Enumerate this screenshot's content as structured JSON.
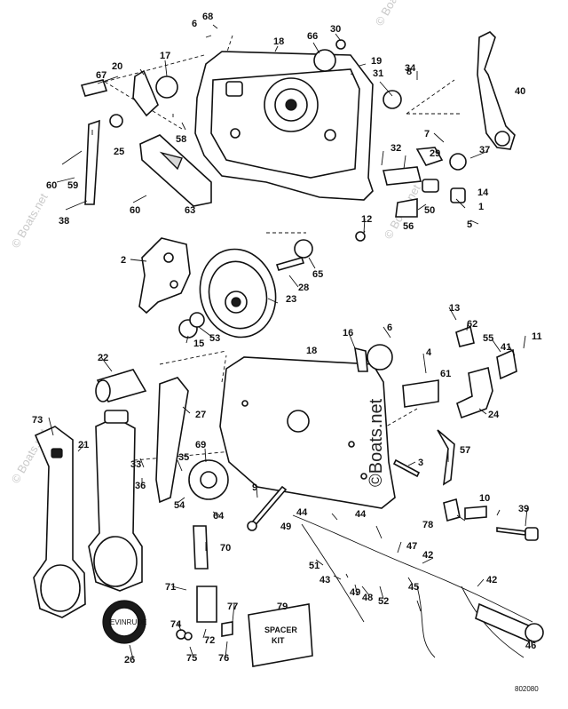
{
  "diagram": {
    "drawing_code": "802080",
    "watermark_main": "©Boats.net",
    "watermark_faint": "© Boats.net",
    "spacer_kit": {
      "line1": "SPACER",
      "line2": "KIT"
    },
    "decal_text": "EVINRUDE",
    "callouts": [
      "1",
      "2",
      "3",
      "4",
      "5",
      "6",
      "6",
      "7",
      "8",
      "9",
      "10",
      "11",
      "12",
      "13",
      "14",
      "15",
      "16",
      "17",
      "18",
      "18",
      "19",
      "20",
      "21",
      "22",
      "23",
      "24",
      "25",
      "26",
      "27",
      "28",
      "29",
      "30",
      "31",
      "32",
      "33",
      "34",
      "35",
      "36",
      "37",
      "38",
      "39",
      "40",
      "41",
      "42",
      "42",
      "43",
      "44",
      "44",
      "45",
      "46",
      "47",
      "48",
      "49",
      "49",
      "50",
      "51",
      "52",
      "53",
      "54",
      "55",
      "56",
      "57",
      "58",
      "59",
      "60",
      "60",
      "61",
      "62",
      "63",
      "64",
      "65",
      "66",
      "67",
      "68",
      "69",
      "70",
      "71",
      "72",
      "73",
      "74",
      "75",
      "76",
      "77",
      "78",
      "79"
    ]
  }
}
